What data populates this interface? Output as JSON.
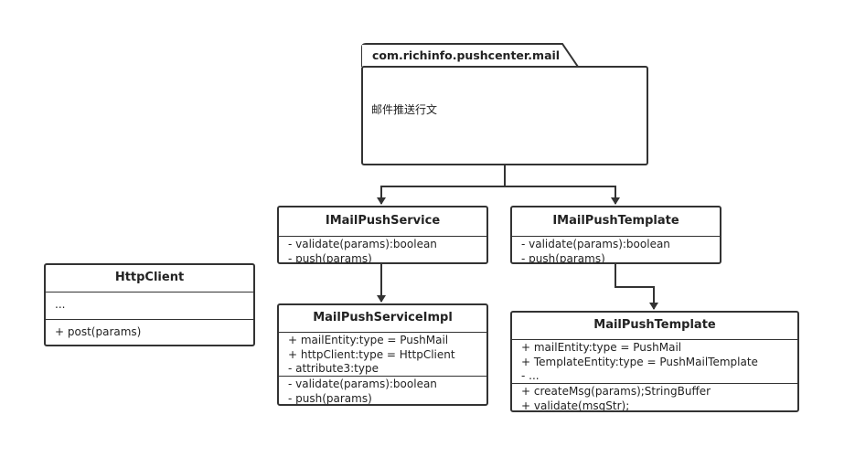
{
  "package": {
    "name": "com.richinfo.pushcenter.mail",
    "description": "邮件推送行文"
  },
  "classes": {
    "http_client": {
      "name": "HttpClient",
      "attributes": [
        "..."
      ],
      "operations": [
        "+ post(params)"
      ]
    },
    "imail_push_service": {
      "name": "IMailPushService",
      "attributes": [
        "- validate(params):boolean",
        "- push(params)"
      ],
      "operations": []
    },
    "imail_push_template": {
      "name": "IMailPushTemplate",
      "attributes": [
        "- validate(params):boolean",
        "- push(params)"
      ],
      "operations": []
    },
    "mail_push_service_impl": {
      "name": "MailPushServiceImpl",
      "attributes": [
        "+ mailEntity:type = PushMail",
        "+ httpClient:type = HttpClient",
        "- attribute3:type"
      ],
      "operations": [
        "- validate(params):boolean",
        "- push(params)"
      ]
    },
    "mail_push_template": {
      "name": "MailPushTemplate",
      "attributes": [
        "+ mailEntity:type = PushMail",
        "+ TemplateEntity:type = PushMailTemplate",
        "- ..."
      ],
      "operations": [
        "+ createMsg(params);StringBuffer",
        "+ validate(msgStr);"
      ]
    }
  }
}
